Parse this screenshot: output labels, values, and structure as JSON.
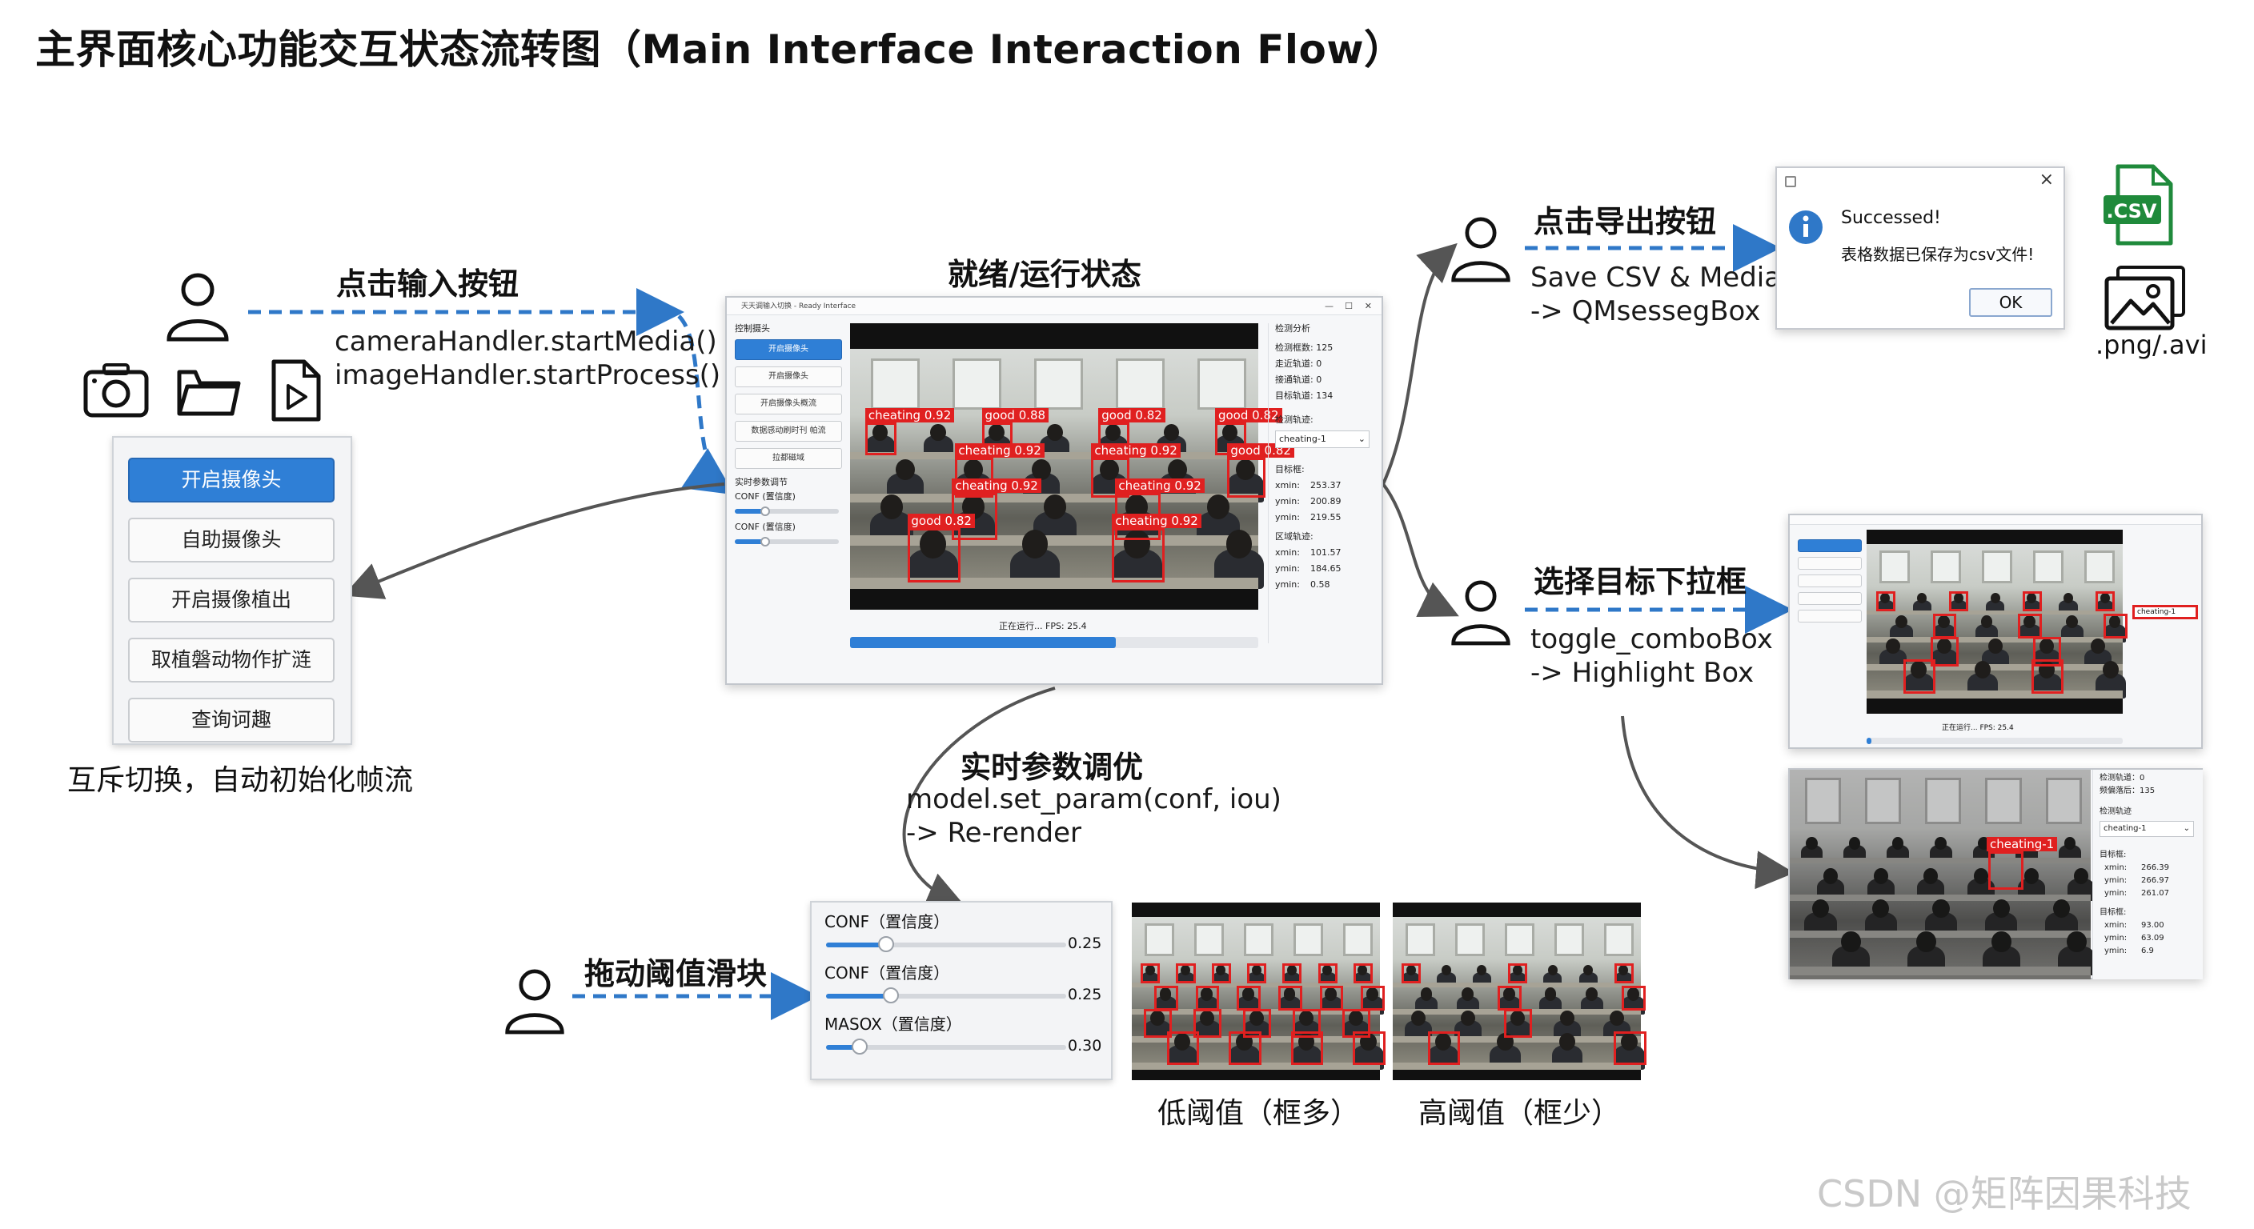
{
  "title": "主界面核心功能交互状态流转图（Main Interface Interaction Flow）",
  "watermark": "CSDN @矩阵因果科技",
  "input_step": {
    "label": "点击输入按钮",
    "code_line1": "cameraHandler.startMedia()",
    "code_line2": "imageHandler.startProcess()",
    "icons": [
      "camera-icon",
      "folder-icon",
      "video-file-icon"
    ],
    "buttons": [
      "开启摄像头",
      "自助摄像头",
      "开启摄像植出",
      "取植磐动物作扩涟",
      "查询诃趣"
    ],
    "caption": "互斥切换，自动初始化帧流"
  },
  "run_state": {
    "label": "就绪/运行状态",
    "window_title": "天天调输入切换 - Ready Interface",
    "left_section": "控制摄头",
    "left_buttons": [
      "开启摄像头",
      "开启摄像头",
      "开启摄像头概流",
      "数据感动刷时刊 帕流",
      "拉都磁域"
    ],
    "param_section": "实时参数调节",
    "conf1_label": "CONF (置信度)",
    "conf2_label": "CONF (置信度)",
    "status": "正在运行... FPS: 25.4",
    "progress": 0.65,
    "right_section": "检测分析",
    "stats": [
      "检测框数: 125",
      "走近轨道: 0",
      "接通轨道: 0",
      "目标轨道: 134"
    ],
    "select_section": "检测轨迹:",
    "select_value": "cheating-1",
    "coord_section": "目标框:",
    "coords": [
      "xmin:",
      "253.37",
      "ymin:",
      "200.89",
      "ymin:",
      "219.55"
    ],
    "coord_section2": "区域轨迹:",
    "coords2": [
      "xmin:",
      "101.57",
      "ymin:",
      "184.65",
      "ymin:",
      "0.58"
    ],
    "detections": [
      {
        "label": "cheating 0.92"
      },
      {
        "label": "good 0.88"
      },
      {
        "label": "good 0.82"
      },
      {
        "label": "good 0.82"
      },
      {
        "label": "cheating 0.92"
      },
      {
        "label": "cheating 0.92"
      },
      {
        "label": "good 0.82"
      },
      {
        "label": "cheating 0.92"
      },
      {
        "label": "cheating 0.92"
      },
      {
        "label": "good 0.82"
      },
      {
        "label": "cheating 0.92"
      }
    ]
  },
  "export_step": {
    "label": "点击导出按钮",
    "code_line1": "Save CSV & Media",
    "code_line2": "-> QMsessegBox",
    "dialog_title": "Successed!",
    "dialog_message": "表格数据已保存为csv文件!",
    "dialog_ok": "OK",
    "csv_badge": ".CSV",
    "media_caption": ".png/.avi"
  },
  "select_step": {
    "label": "选择目标下拉框",
    "code_line1": "toggle_comboBox",
    "code_line2": "-> Highlight Box",
    "mini_status": "正在运行... FPS: 25.4",
    "mini_select": "cheating-1",
    "result_stats": [
      "检测轨道：0",
      "频偏落后：135"
    ],
    "result_section": "检测轨迹",
    "result_select": "cheating-1",
    "result_section2": "目标框:",
    "result_coords": [
      "xmin:",
      "266.39",
      "ymin:",
      "266.97",
      "ymin:",
      "261.07"
    ],
    "result_section3": "目标框:",
    "result_coords2": [
      "xmin:",
      "93.00",
      "ymin:",
      "63.09",
      "ymin:",
      "6.9"
    ],
    "highlight_label": "cheating-1"
  },
  "tune_step": {
    "label": "实时参数调优",
    "code_line1": "model.set_param(conf, iou)",
    "code_line2": "-> Re-render"
  },
  "slider_step": {
    "label": "拖动阈值滑块",
    "sliders": [
      {
        "label": "CONF（置信度）",
        "value": "0.25",
        "fraction": 0.25
      },
      {
        "label": "CONF（置信度）",
        "value": "0.25",
        "fraction": 0.27
      },
      {
        "label": "MASOX（置信度）",
        "value": "0.30",
        "fraction": 0.14
      }
    ],
    "low_caption": "低阈值（框多）",
    "high_caption": "高阈值（框少）"
  }
}
